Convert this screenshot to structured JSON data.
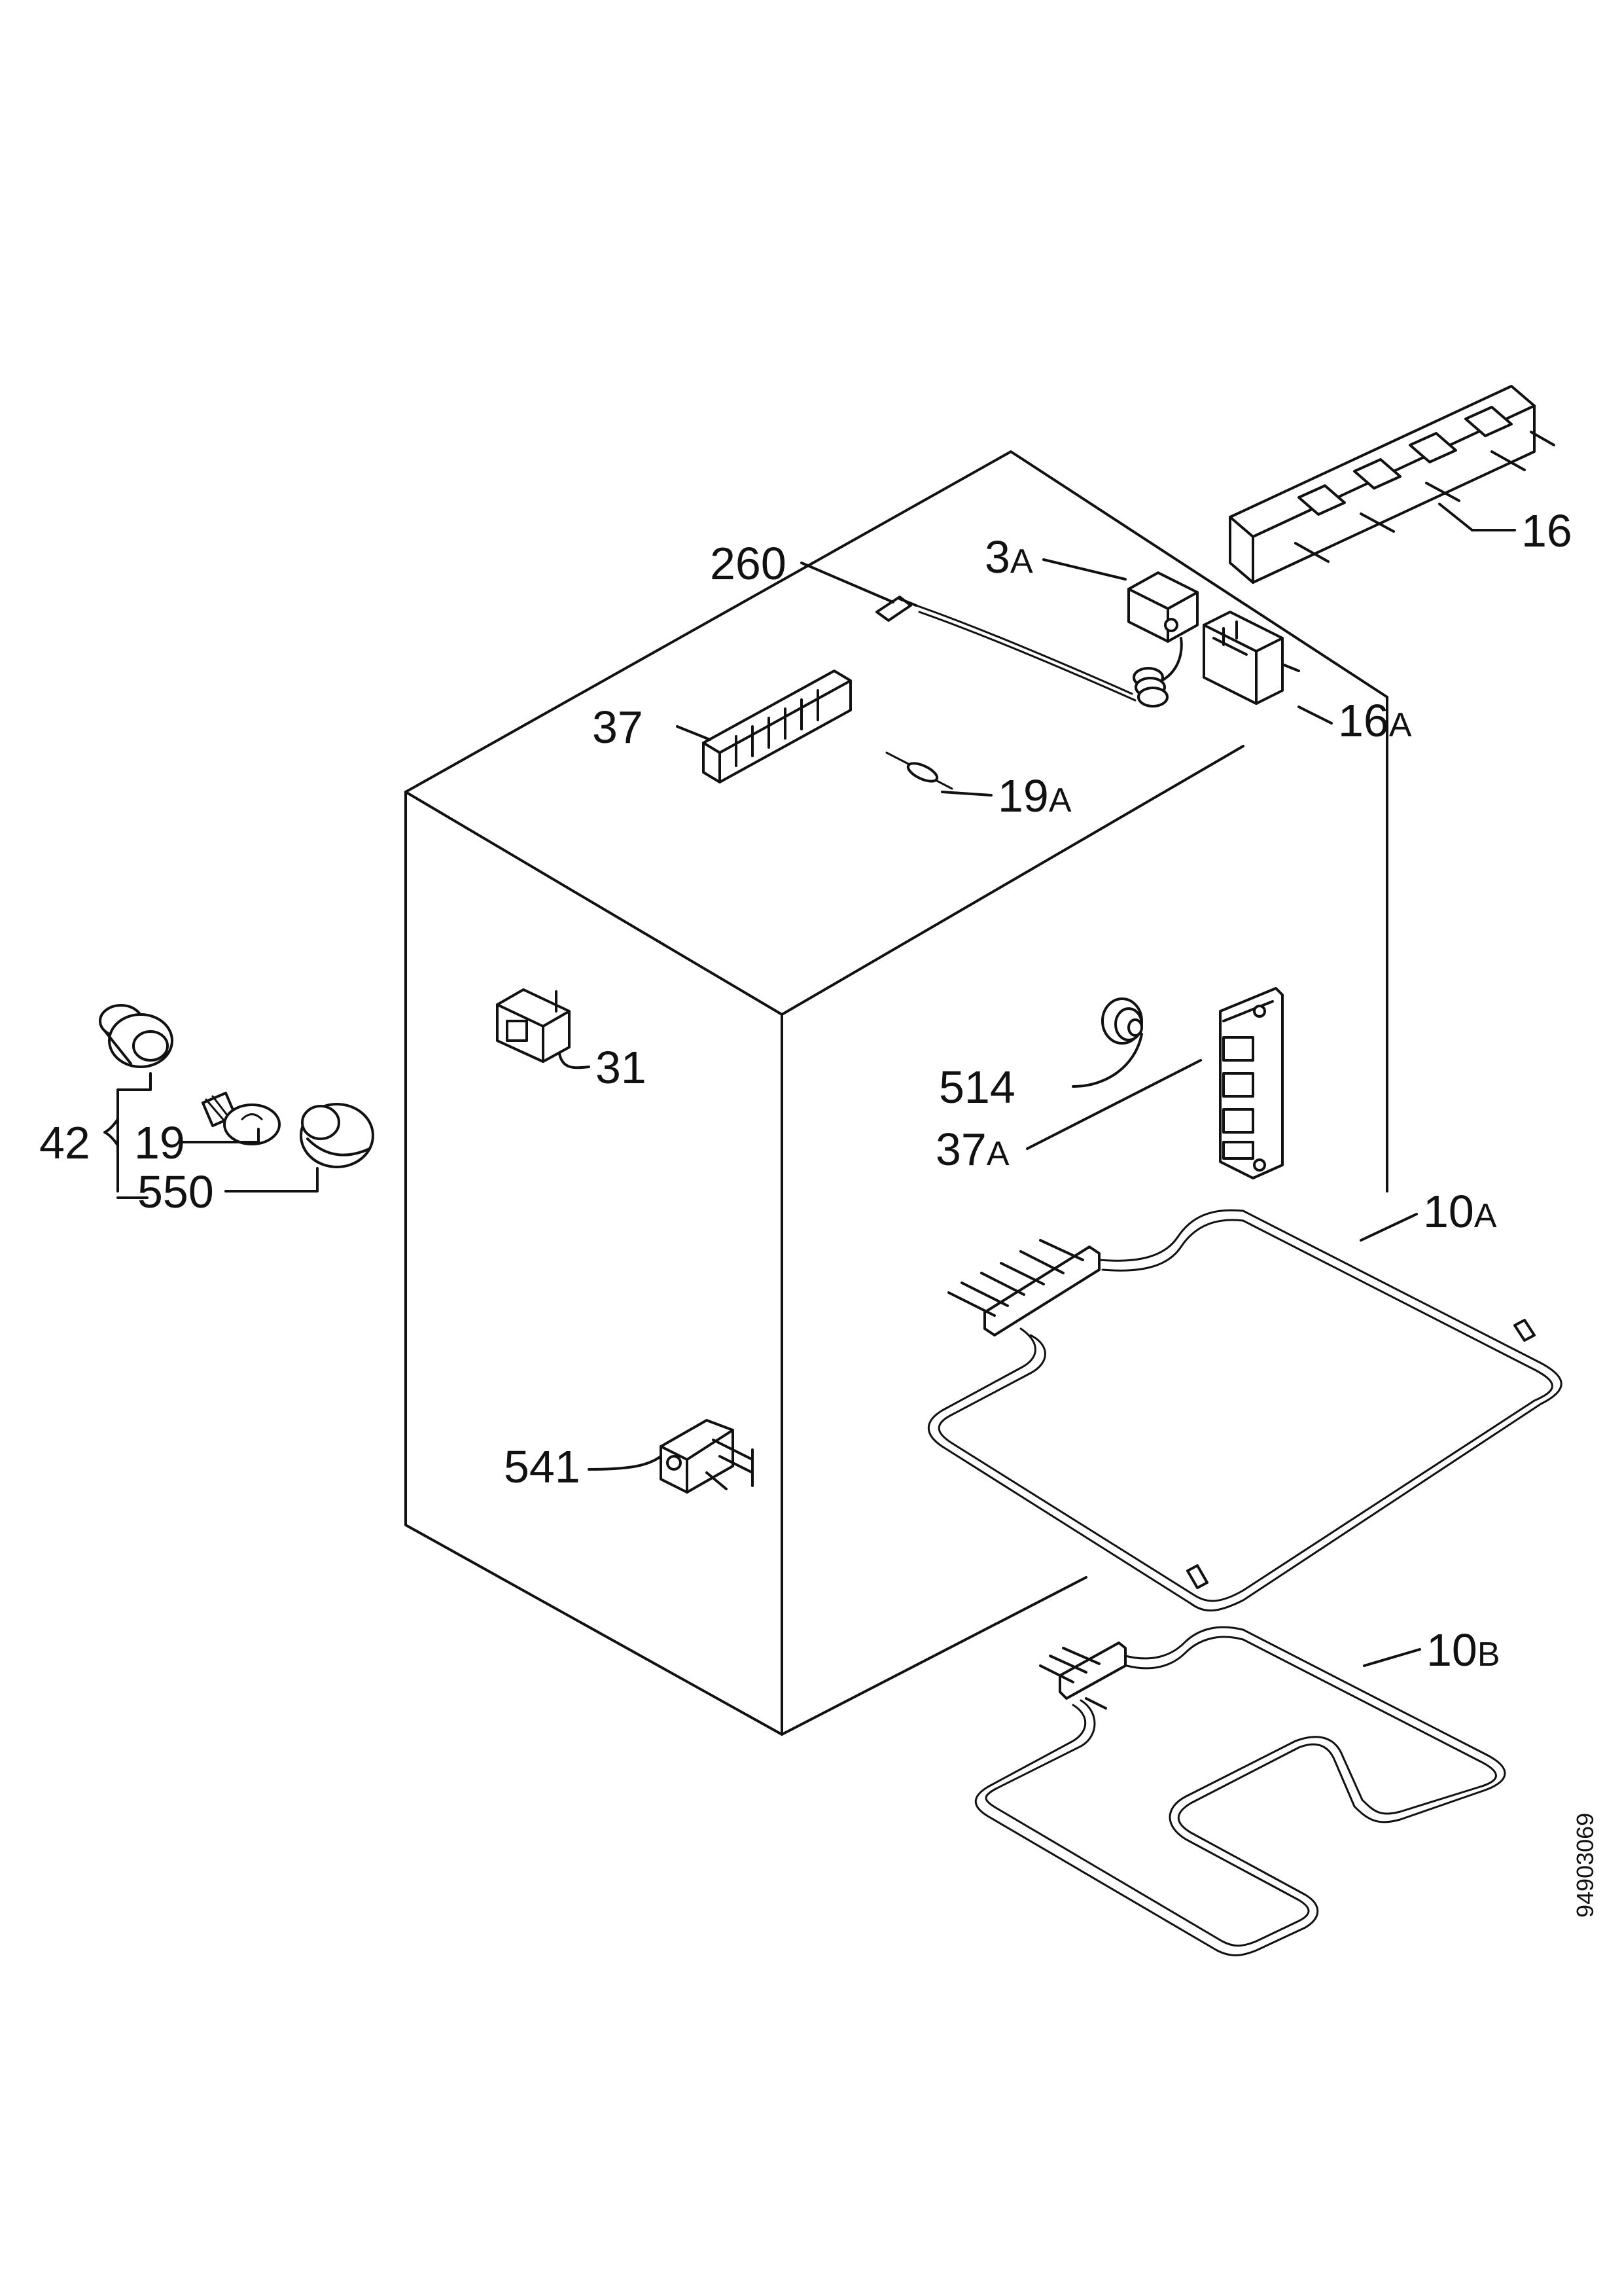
{
  "labels": {
    "l260": "260",
    "l3a_num": "3",
    "l3a_suf": "A",
    "l16": "16",
    "l16a_num": "16",
    "l16a_suf": "A",
    "l37": "37",
    "l19a_num": "19",
    "l19a_suf": "A",
    "l31": "31",
    "l42": "42",
    "l19": "19",
    "l550": "550",
    "l514": "514",
    "l37a_num": "37",
    "l37a_suf": "A",
    "l10a_num": "10",
    "l10a_suf": "A",
    "l10b_num": "10",
    "l10b_suf": "B",
    "l541": "541"
  },
  "drawing_code": "94903069"
}
